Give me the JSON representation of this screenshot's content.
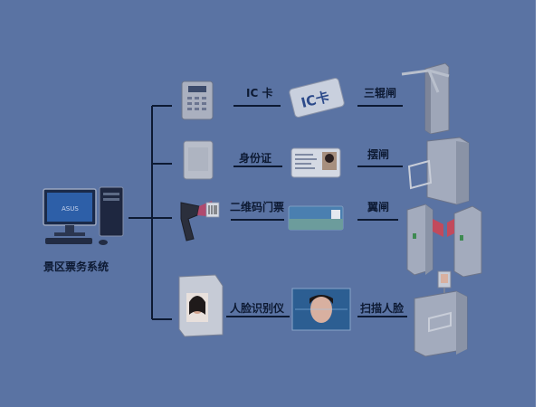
{
  "system": {
    "label": "景区票务系统"
  },
  "rows": [
    {
      "id": "ic",
      "input_label": "IC 卡",
      "card_text": "IC卡",
      "gate_label": "三辊闸"
    },
    {
      "id": "id",
      "input_label": "身份证",
      "gate_label": "摆闸"
    },
    {
      "id": "qr",
      "input_label": "二维码门票",
      "gate_label": "翼闸"
    },
    {
      "id": "face",
      "input_label": "人脸识别仪",
      "gate_label": "扫描人脸"
    }
  ],
  "icons": {
    "computer": "desktop-computer-icon",
    "card_reader": "card-reader-icon",
    "id_reader": "id-card-reader-icon",
    "scanner": "barcode-scanner-icon",
    "face_terminal": "face-recognition-terminal-icon",
    "tripod_gate": "tripod-turnstile-icon",
    "swing_gate": "swing-gate-icon",
    "flap_gate": "flap-barrier-gate-icon",
    "face_gate": "face-scan-gate-icon"
  },
  "colors": {
    "background": "#5a73a3",
    "line": "#0d1a33",
    "device": "#c8ccd6"
  }
}
